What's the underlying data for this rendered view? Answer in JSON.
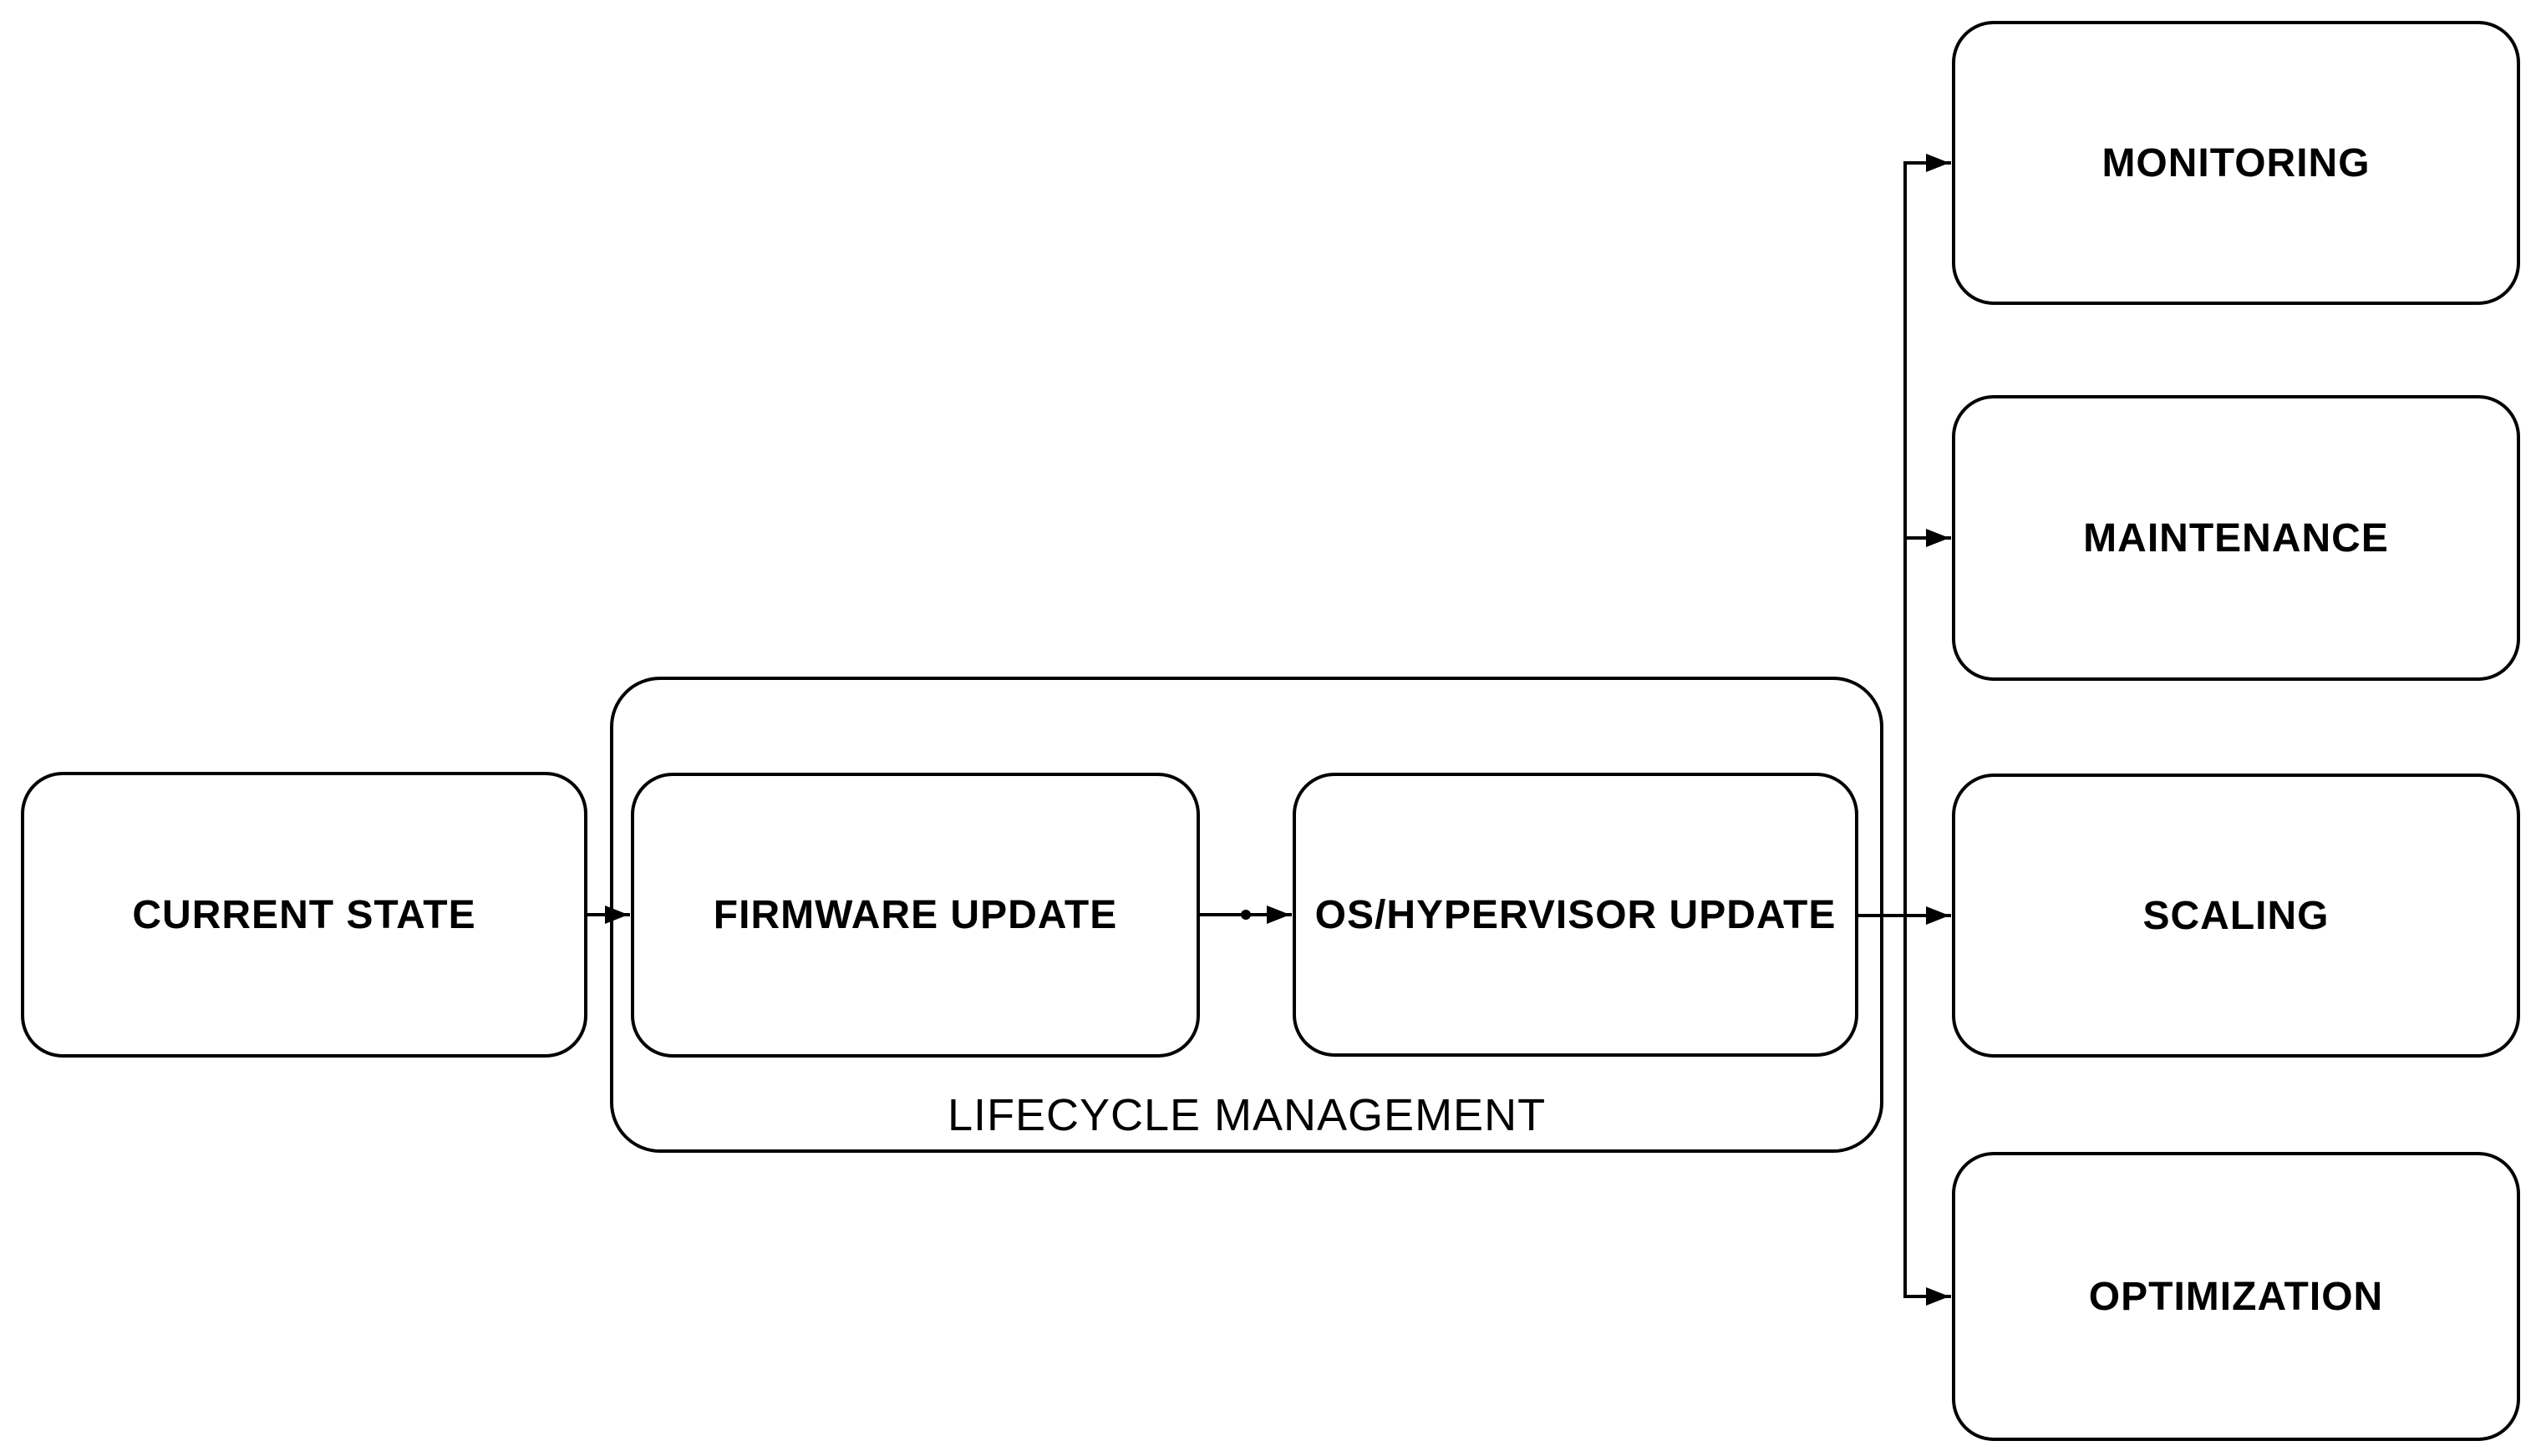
{
  "diagram": {
    "type": "flowchart",
    "background_color": "#ffffff",
    "stroke_color": "#000000",
    "node_fill_color": "#ffffff",
    "text_color": "#000000",
    "nodes": {
      "current_state": {
        "label": "CURRENT STATE"
      },
      "firmware_update": {
        "label": "FIRMWARE UPDATE"
      },
      "os_hypervisor_update": {
        "label": "OS/HYPERVISOR UPDATE"
      },
      "monitoring": {
        "label": "MONITORING"
      },
      "maintenance": {
        "label": "MAINTENANCE"
      },
      "scaling": {
        "label": "SCALING"
      },
      "optimization": {
        "label": "OPTIMIZATION"
      }
    },
    "group": {
      "label": "LIFECYCLE MANAGEMENT",
      "children": [
        "FIRMWARE UPDATE",
        "OS/HYPERVISOR UPDATE"
      ]
    },
    "edges": [
      {
        "from": "CURRENT STATE",
        "to": "FIRMWARE UPDATE",
        "arrow": true
      },
      {
        "from": "FIRMWARE UPDATE",
        "to": "OS/HYPERVISOR UPDATE",
        "arrow": true,
        "waypoint_dot": true
      },
      {
        "from": "OS/HYPERVISOR UPDATE",
        "to": "MONITORING",
        "arrow": true
      },
      {
        "from": "OS/HYPERVISOR UPDATE",
        "to": "MAINTENANCE",
        "arrow": true
      },
      {
        "from": "OS/HYPERVISOR UPDATE",
        "to": "SCALING",
        "arrow": true
      },
      {
        "from": "OS/HYPERVISOR UPDATE",
        "to": "OPTIMIZATION",
        "arrow": true
      }
    ]
  }
}
